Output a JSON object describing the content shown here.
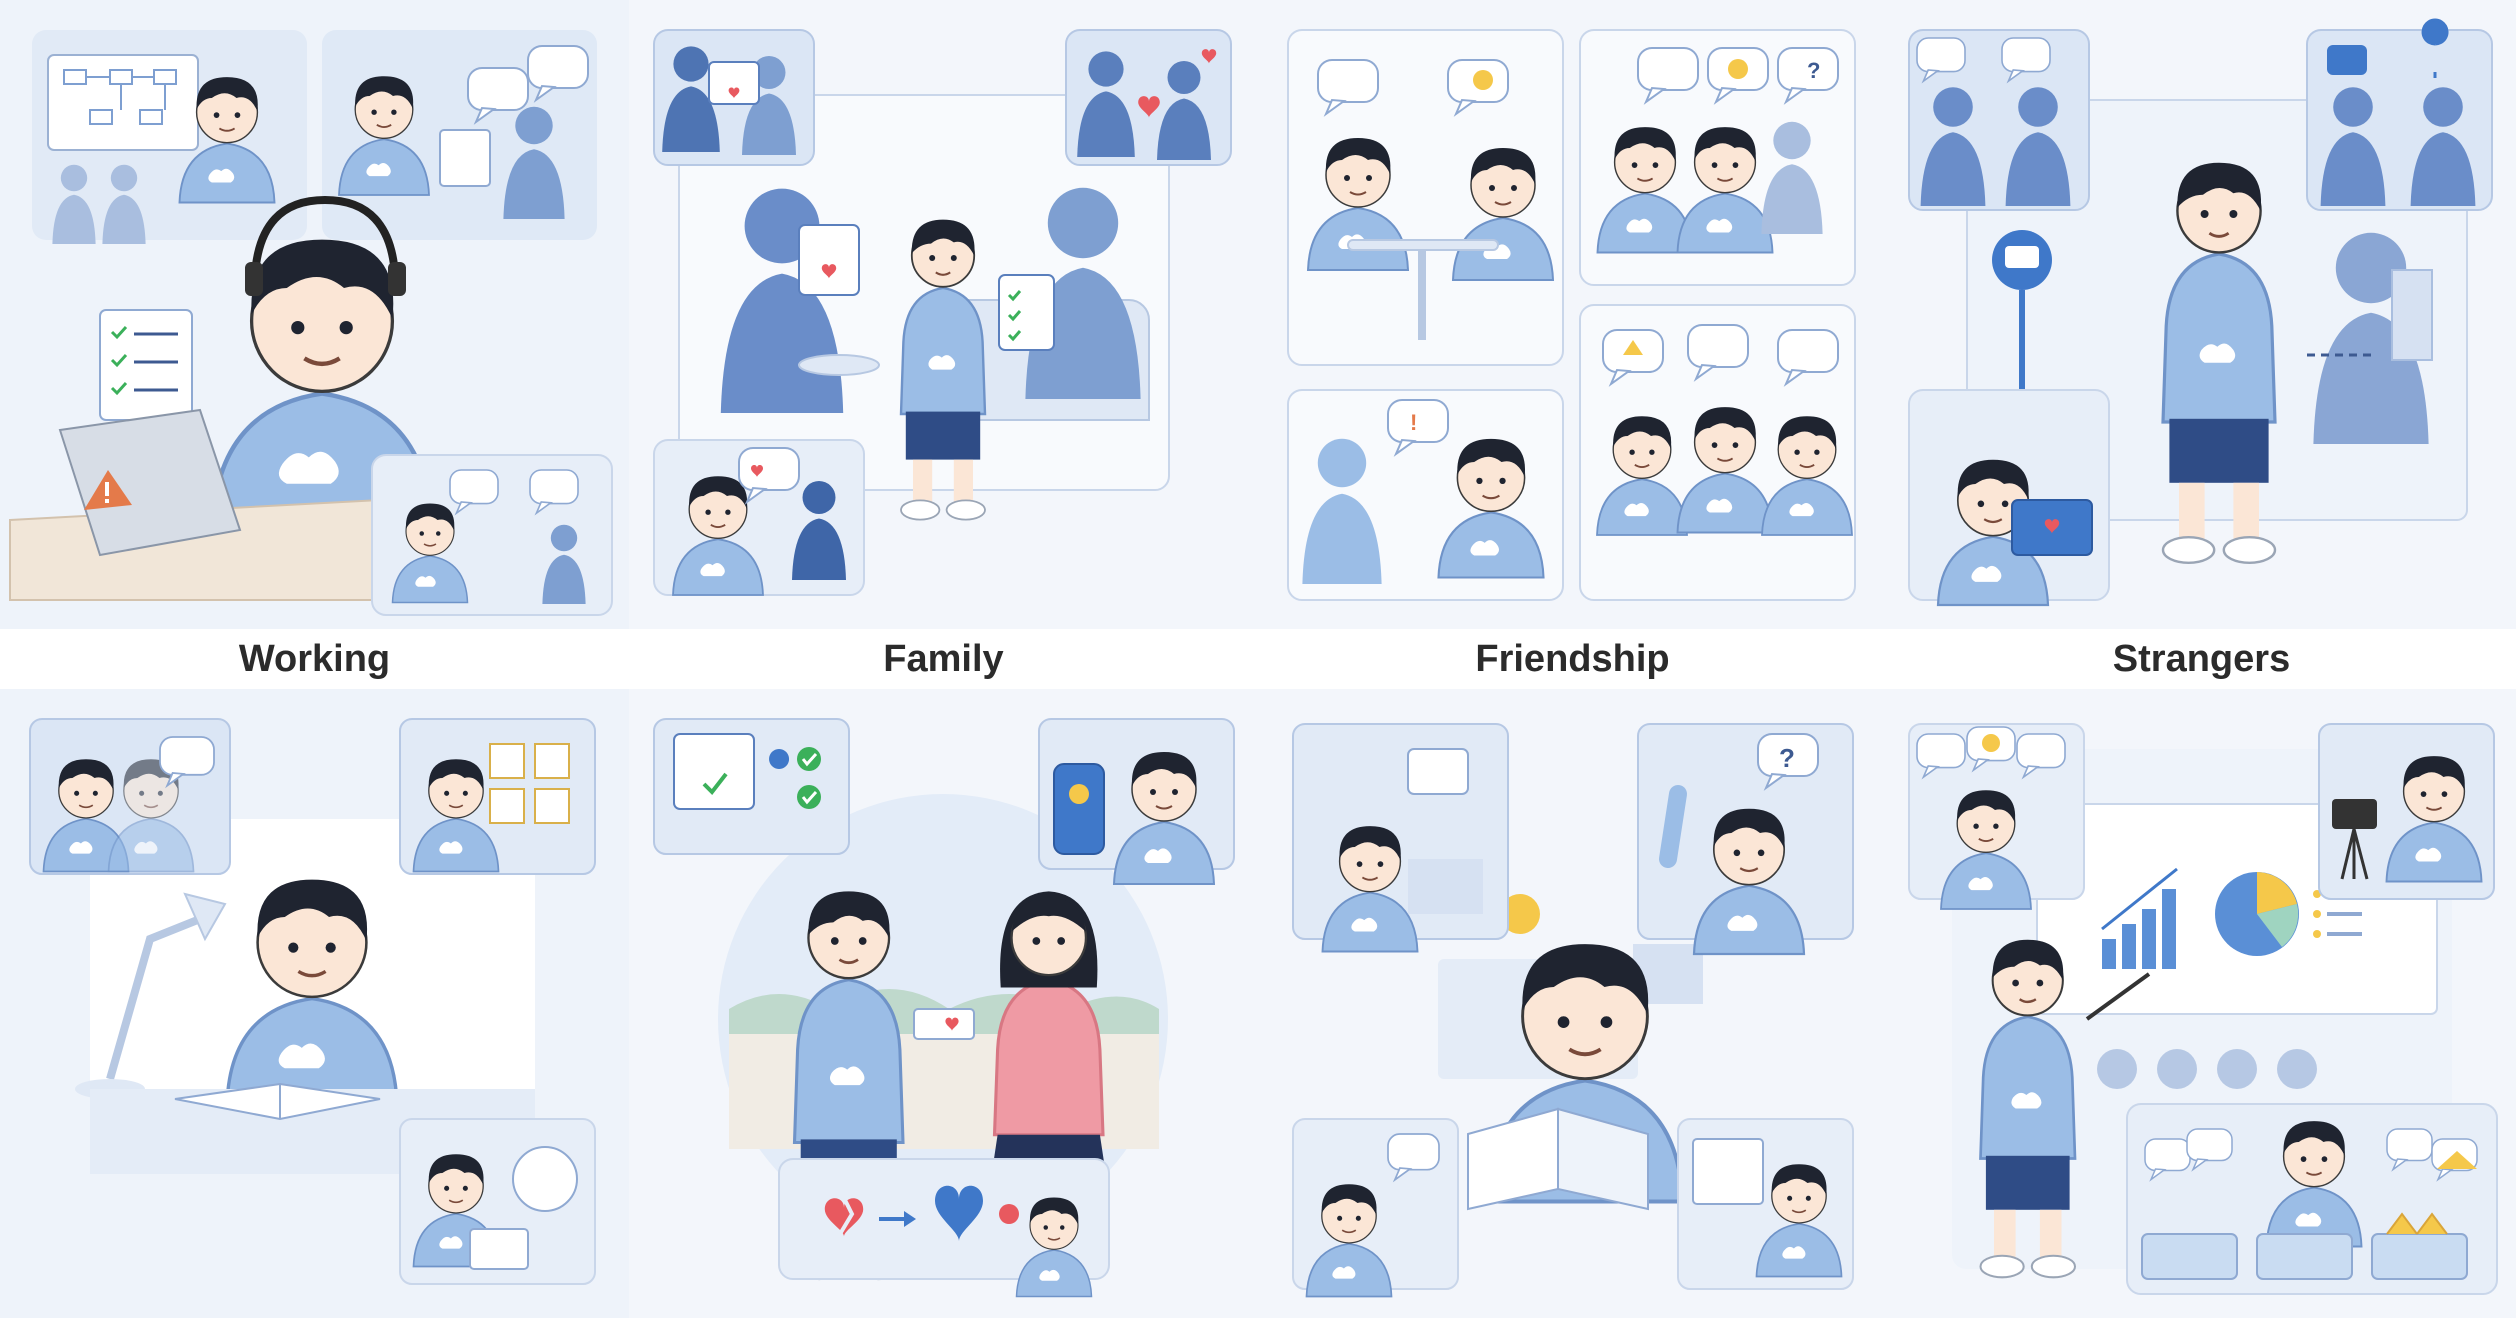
{
  "labels": {
    "working": "Working",
    "family": "Family",
    "friendship": "Friendship",
    "strangers": "Strangers"
  },
  "colors": {
    "page_background": "#f3f6fb",
    "panel_background": "#e4ecf7",
    "hoodie_blue": "#9bbde6",
    "silhouette_blue": "#7e9fd1",
    "dark_silhouette": "#5a7fbd",
    "hair": "#1f2430",
    "skin": "#fbe6d6",
    "pink_hoodie": "#ef9aa4",
    "heart_red": "#e8595f",
    "check_green": "#3bb05a",
    "warning_orange": "#e47a4a",
    "label_text": "#2b2b2b"
  },
  "scenes": [
    "working-desk-scene",
    "family-living-room-scene",
    "friendship-social-scene",
    "strangers-public-scene",
    "working-study-scene",
    "family-sharing-scene",
    "friendship-classroom-scene",
    "strangers-presentation-scene"
  ],
  "icons": [
    "thumbs-up-icon",
    "heart-icon",
    "checklist-icon",
    "warning-icon",
    "lightbulb-icon",
    "question-icon",
    "handshake-icon",
    "scales-icon",
    "bus-stop-icon",
    "location-pin-icon",
    "smiley-icon",
    "chart-icon"
  ]
}
